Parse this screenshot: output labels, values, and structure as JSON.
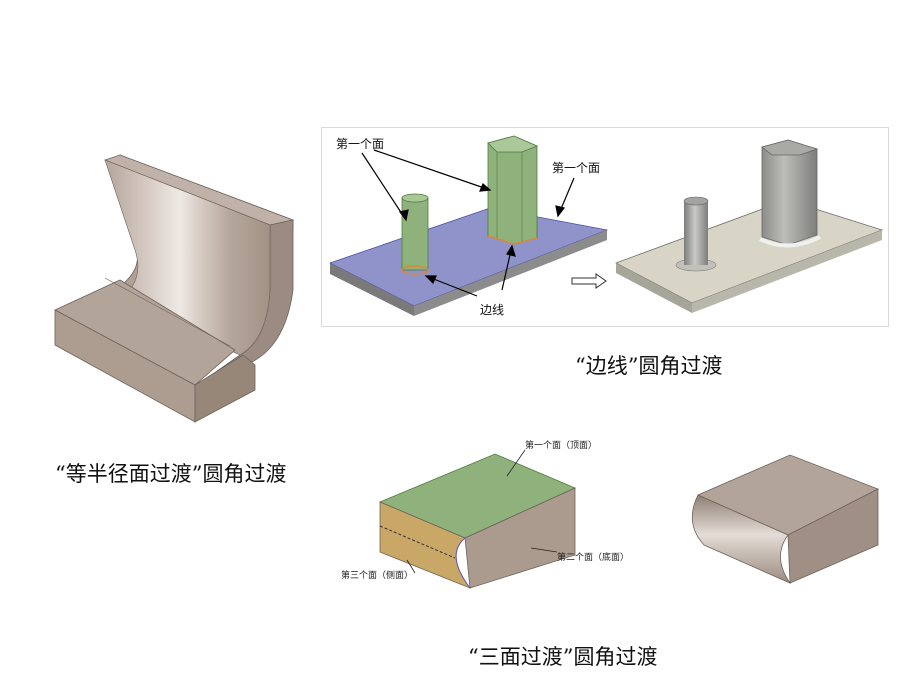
{
  "figures": {
    "lshape": {
      "caption": "“等半径面过渡”圆角过渡"
    },
    "edge": {
      "label_face1_left": "第一个面",
      "label_face1_right": "第一个面",
      "label_edge": "边线",
      "caption": "“边线”圆角过渡"
    },
    "three_face": {
      "label_top": "第一个面（顶面）",
      "label_bottom": "第二个面（底面）",
      "label_side": "第三个面（侧面）",
      "caption": "“三面过渡”圆角过渡"
    }
  },
  "colors": {
    "body_light": "#b3a49a",
    "body_mid": "#a49489",
    "body_dark": "#8a7b70",
    "plate_purple": "#8f93c9",
    "face_green": "#8fb27c",
    "edge_orange": "#d58a35",
    "cylinder_gray": "#9a9a98"
  }
}
